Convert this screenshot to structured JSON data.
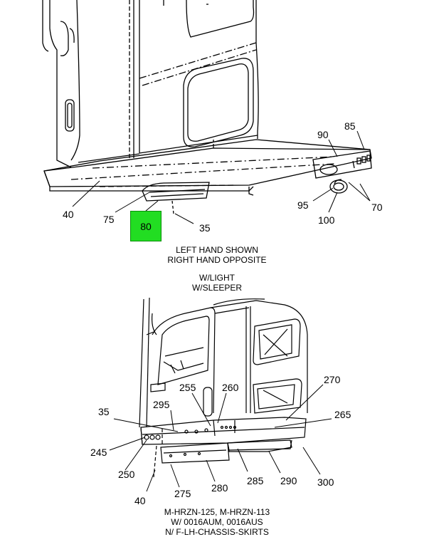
{
  "top_diagram": {
    "callouts": {
      "c90": "90",
      "c85": "85",
      "c40": "40",
      "c75": "75",
      "c80": "80",
      "c35": "35",
      "c95": "95",
      "c100": "100",
      "c70": "70"
    },
    "caption_line1": "LEFT HAND SHOWN",
    "caption_line2": "RIGHT HAND OPPOSITE",
    "caption_line3": "W/LIGHT",
    "caption_line4": "W/SLEEPER"
  },
  "bottom_diagram": {
    "callouts": {
      "c255": "255",
      "c260": "260",
      "c270": "270",
      "c35": "35",
      "c295": "295",
      "c265": "265",
      "c245": "245",
      "c250": "250",
      "c285": "285",
      "c290": "290",
      "c300": "300",
      "c40": "40",
      "c275": "275",
      "c280": "280"
    },
    "caption_line1": "M-HRZN-125, M-HRZN-113",
    "caption_line2": "W/ 0016AUM, 0016AUS",
    "caption_line3": "N/ F-LH-CHASSIS-SKIRTS"
  },
  "highlight_color": "#22dd22"
}
